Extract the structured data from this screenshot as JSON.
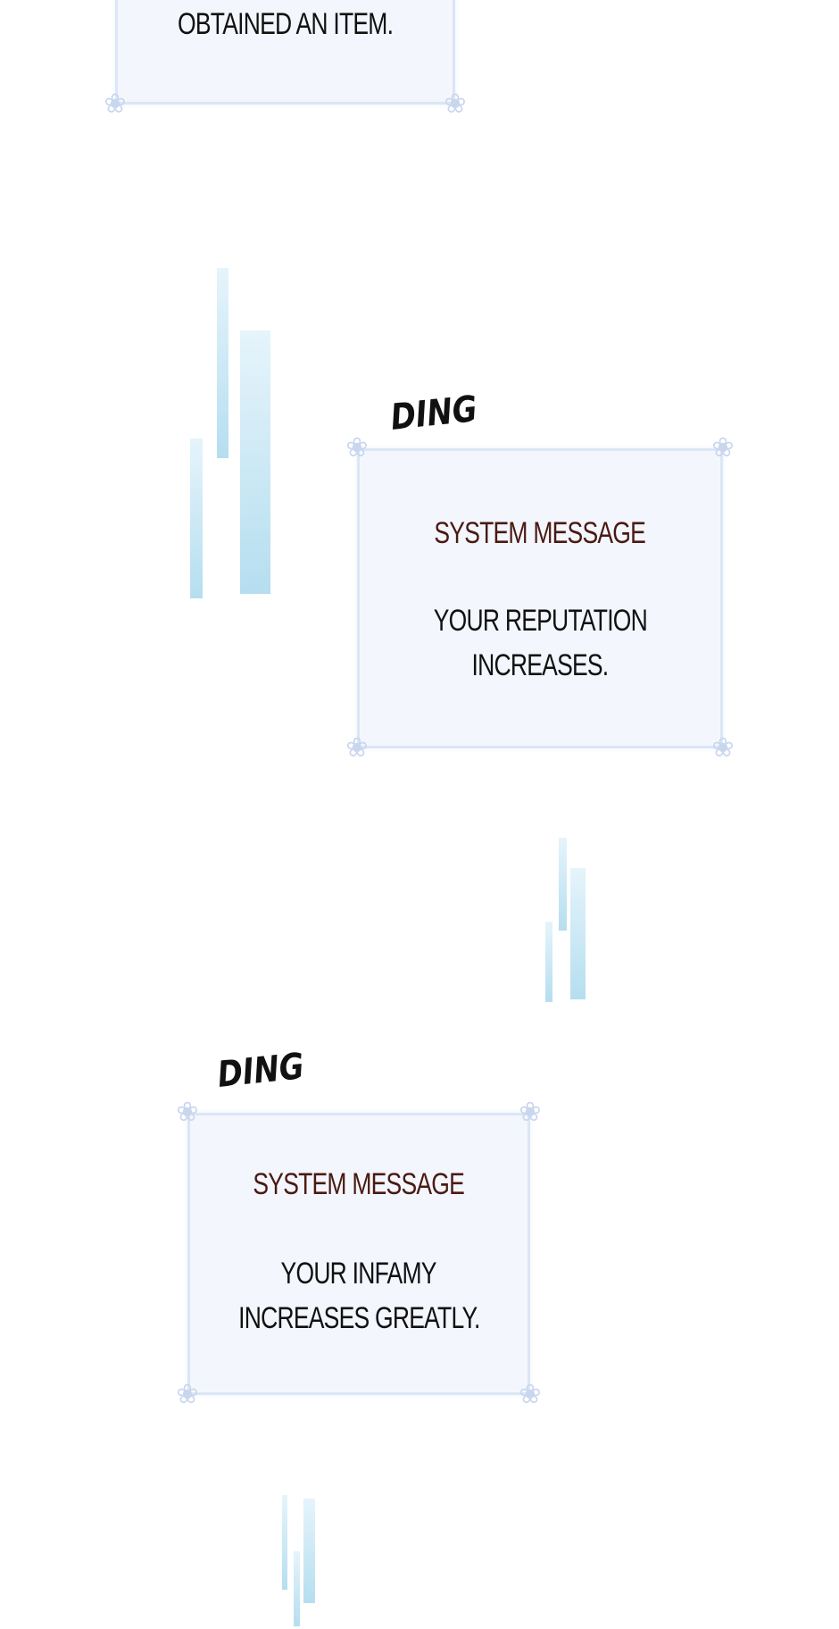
{
  "panels": [
    {
      "body": "OBTAINED AN ITEM."
    },
    {
      "sfx": "DING",
      "title": "SYSTEM MESSAGE",
      "body_lines": [
        "YOUR REPUTATION",
        "INCREASES."
      ]
    },
    {
      "sfx": "DING",
      "title": "SYSTEM MESSAGE",
      "body_lines": [
        "YOUR INFAMY",
        "INCREASES GREATLY."
      ]
    }
  ],
  "colors": {
    "title": "#4a1a12",
    "box_bg": "#f3f7fd",
    "border": "#dbe6f7",
    "bars": "#b5def0"
  }
}
